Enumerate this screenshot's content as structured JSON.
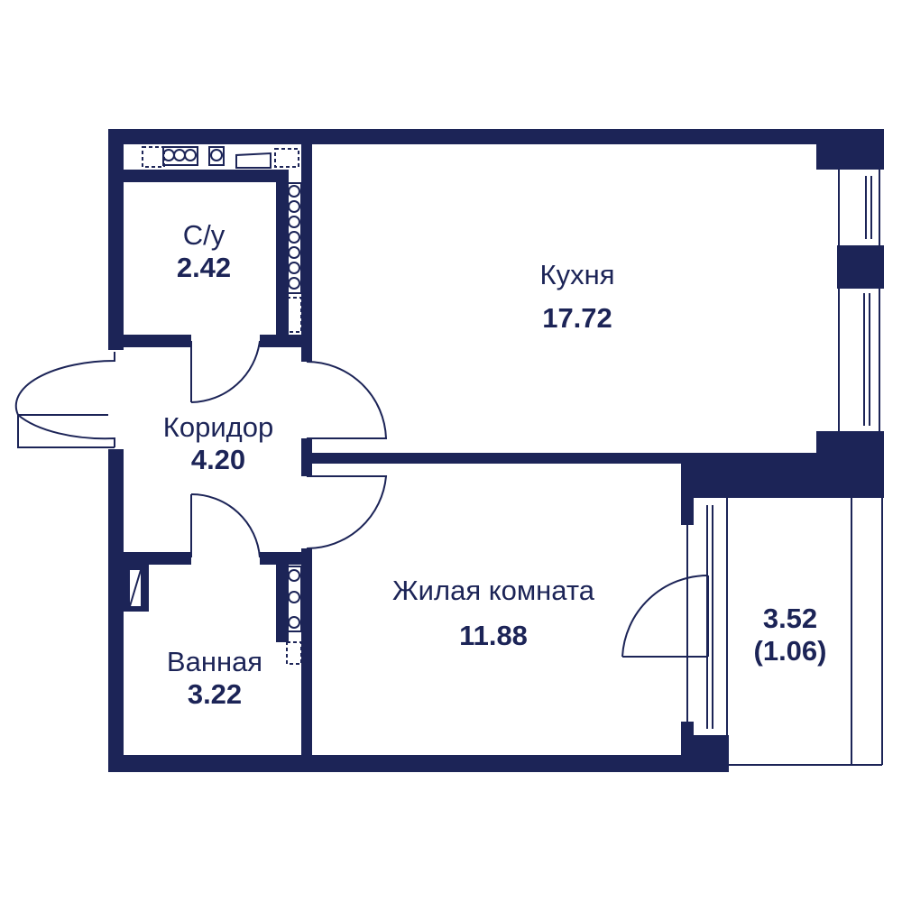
{
  "colors": {
    "wall": "#1c2457",
    "background": "#ffffff"
  },
  "rooms": {
    "wc": {
      "name": "С/у",
      "area": "2.42"
    },
    "kitchen": {
      "name": "Кухня",
      "area": "17.72"
    },
    "corridor": {
      "name": "Коридор",
      "area": "4.20"
    },
    "living": {
      "name": "Жилая комната",
      "area": "11.88"
    },
    "bathroom": {
      "name": "Ванная",
      "area": "3.22"
    },
    "balcony": {
      "area": "3.52",
      "area_reduced": "(1.06)"
    }
  }
}
